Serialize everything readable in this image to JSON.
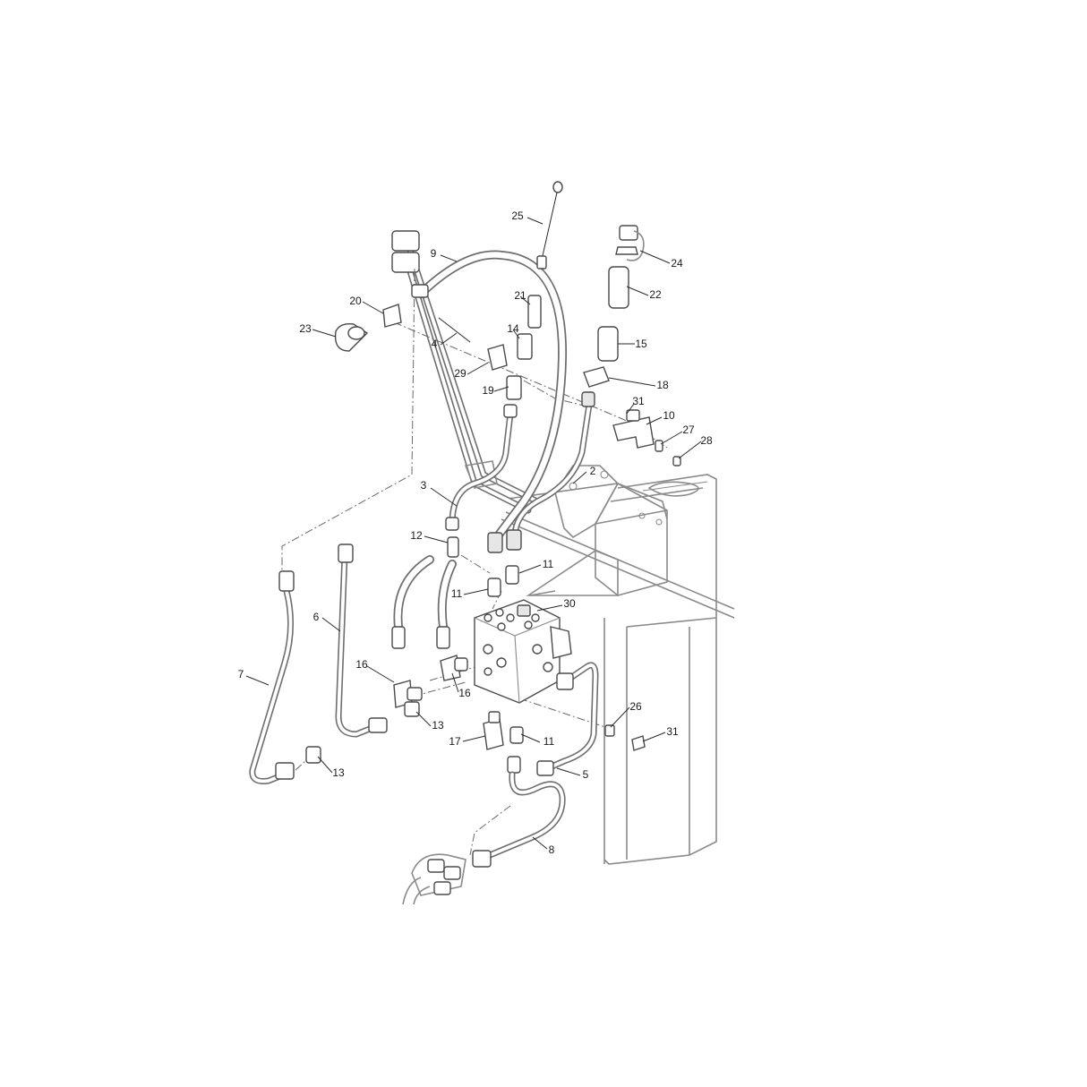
{
  "callouts": [
    {
      "id": "c25",
      "text": "25"
    },
    {
      "id": "c9",
      "text": "9"
    },
    {
      "id": "c24",
      "text": "24"
    },
    {
      "id": "c22",
      "text": "22"
    },
    {
      "id": "c21",
      "text": "21"
    },
    {
      "id": "c20",
      "text": "20"
    },
    {
      "id": "c23",
      "text": "23"
    },
    {
      "id": "c14",
      "text": "14"
    },
    {
      "id": "c15",
      "text": "15"
    },
    {
      "id": "c4",
      "text": "4"
    },
    {
      "id": "c29",
      "text": "29"
    },
    {
      "id": "c18",
      "text": "18"
    },
    {
      "id": "c19",
      "text": "19"
    },
    {
      "id": "c31a",
      "text": "31"
    },
    {
      "id": "c10",
      "text": "10"
    },
    {
      "id": "c27",
      "text": "27"
    },
    {
      "id": "c28",
      "text": "28"
    },
    {
      "id": "c2",
      "text": "2"
    },
    {
      "id": "c3",
      "text": "3"
    },
    {
      "id": "c12",
      "text": "12"
    },
    {
      "id": "c11a",
      "text": "11"
    },
    {
      "id": "c11b",
      "text": "11"
    },
    {
      "id": "c30",
      "text": "30"
    },
    {
      "id": "c6",
      "text": "6"
    },
    {
      "id": "c7",
      "text": "7"
    },
    {
      "id": "c16a",
      "text": "16"
    },
    {
      "id": "c16b",
      "text": "16"
    },
    {
      "id": "c13a",
      "text": "13"
    },
    {
      "id": "c26",
      "text": "26"
    },
    {
      "id": "c31b",
      "text": "31"
    },
    {
      "id": "c17",
      "text": "17"
    },
    {
      "id": "c11c",
      "text": "11"
    },
    {
      "id": "c13b",
      "text": "13"
    },
    {
      "id": "c5",
      "text": "5"
    },
    {
      "id": "c8",
      "text": "8"
    }
  ]
}
